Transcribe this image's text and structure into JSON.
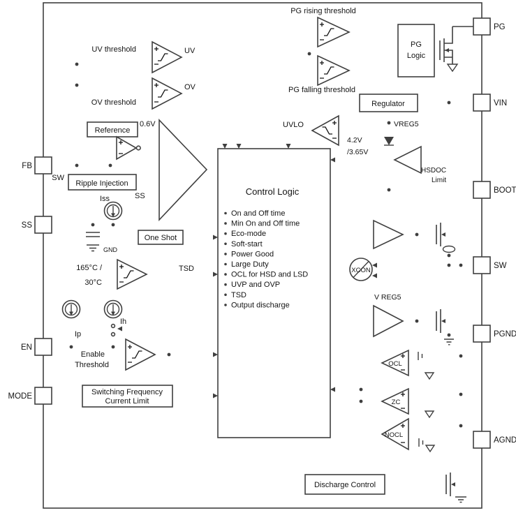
{
  "diagram": {
    "pins": {
      "fb": "FB",
      "ss": "SS",
      "en": "EN",
      "mode": "MODE",
      "pg": "PG",
      "vin": "VIN",
      "boot": "BOOT",
      "sw": "SW",
      "pgnd": "PGND",
      "agnd": "AGND"
    },
    "labels": {
      "pg_rising": "PG rising threshold",
      "pg_falling": "PG falling threshold",
      "uv_th": "UV threshold",
      "uv": "UV",
      "ov_th": "OV threshold",
      "ov": "OV",
      "vref": "0.6V",
      "sw_tap": "SW",
      "ss_net": "SS",
      "iss": "Iss",
      "gnd": "GND",
      "tsd_hi": "165°C /",
      "tsd_lo": "30°C",
      "tsd": "TSD",
      "ip": "Ip",
      "ih": "Ih",
      "en_l1": "Enable",
      "en_l2": "Threshold",
      "uvlo": "UVLO",
      "uvlo_hi": "4.2V",
      "uvlo_lo": "/3.65V",
      "vreg5_top": "VREG5",
      "vreg5_drv": "V REG5",
      "hsdoc_l1": "HSDOC",
      "hsdoc_l2": "Limit",
      "xcon": "XCON",
      "ocl": "OCL",
      "zc": "ZC",
      "nocl": "NOCL"
    },
    "blocks": {
      "pg_logic_l1": "PG",
      "pg_logic_l2": "Logic",
      "reference": "Reference",
      "ripple_injection": "Ripple Injection",
      "one_shot": "One Shot",
      "freq_l1": "Switching Frequency",
      "freq_l2": "Current Limit",
      "regulator": "Regulator",
      "discharge_control": "Discharge Control"
    },
    "control_logic": {
      "title": "Control Logic",
      "items": [
        "On and Off time",
        "Min On and Off time",
        "Eco-mode",
        "Soft-start",
        "Power Good",
        "Large Duty",
        "OCL for HSD and LSD",
        "UVP and OVP",
        "TSD",
        "Output discharge"
      ]
    }
  }
}
